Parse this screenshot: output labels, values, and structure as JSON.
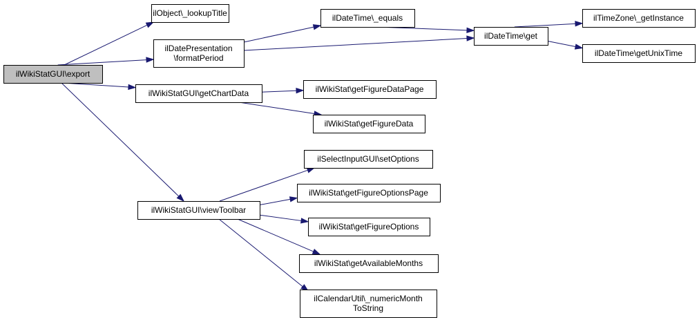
{
  "graph": {
    "edge_color": "#191970",
    "root_fill": "#bfbfbf",
    "nodes": [
      {
        "id": "export",
        "lines": [
          "ilWikiStatGUI\\export"
        ],
        "root": true
      },
      {
        "id": "lookupTitle",
        "lines": [
          "ilObject\\_lookupTitle"
        ]
      },
      {
        "id": "formatPeriod",
        "lines": [
          "ilDatePresentation",
          "\\formatPeriod"
        ]
      },
      {
        "id": "equals",
        "lines": [
          "ilDateTime\\_equals"
        ]
      },
      {
        "id": "get",
        "lines": [
          "ilDateTime\\get"
        ]
      },
      {
        "id": "getInstance",
        "lines": [
          "ilTimeZone\\_getInstance"
        ]
      },
      {
        "id": "getUnixTime",
        "lines": [
          "ilDateTime\\getUnixTime"
        ]
      },
      {
        "id": "getChartData",
        "lines": [
          "ilWikiStatGUI\\getChartData"
        ]
      },
      {
        "id": "getFigureDataPage",
        "lines": [
          "ilWikiStat\\getFigureDataPage"
        ]
      },
      {
        "id": "getFigureData",
        "lines": [
          "ilWikiStat\\getFigureData"
        ]
      },
      {
        "id": "viewToolbar",
        "lines": [
          "ilWikiStatGUI\\viewToolbar"
        ]
      },
      {
        "id": "setOptions",
        "lines": [
          "ilSelectInputGUI\\setOptions"
        ]
      },
      {
        "id": "getFigureOptionsPage",
        "lines": [
          "ilWikiStat\\getFigureOptionsPage"
        ]
      },
      {
        "id": "getFigureOptions",
        "lines": [
          "ilWikiStat\\getFigureOptions"
        ]
      },
      {
        "id": "getAvailableMonths",
        "lines": [
          "ilWikiStat\\getAvailableMonths"
        ]
      },
      {
        "id": "numericMonthToString",
        "lines": [
          "ilCalendarUtil\\_numericMonth",
          "ToString"
        ]
      }
    ],
    "edges": [
      {
        "from": "export",
        "to": "lookupTitle"
      },
      {
        "from": "export",
        "to": "formatPeriod"
      },
      {
        "from": "export",
        "to": "getChartData"
      },
      {
        "from": "export",
        "to": "viewToolbar"
      },
      {
        "from": "formatPeriod",
        "to": "equals"
      },
      {
        "from": "formatPeriod",
        "to": "get"
      },
      {
        "from": "equals",
        "to": "get"
      },
      {
        "from": "get",
        "to": "getInstance"
      },
      {
        "from": "get",
        "to": "getUnixTime"
      },
      {
        "from": "getChartData",
        "to": "getFigureDataPage"
      },
      {
        "from": "getChartData",
        "to": "getFigureData"
      },
      {
        "from": "viewToolbar",
        "to": "setOptions"
      },
      {
        "from": "viewToolbar",
        "to": "getFigureOptionsPage"
      },
      {
        "from": "viewToolbar",
        "to": "getFigureOptions"
      },
      {
        "from": "viewToolbar",
        "to": "getAvailableMonths"
      },
      {
        "from": "viewToolbar",
        "to": "numericMonthToString"
      }
    ]
  }
}
